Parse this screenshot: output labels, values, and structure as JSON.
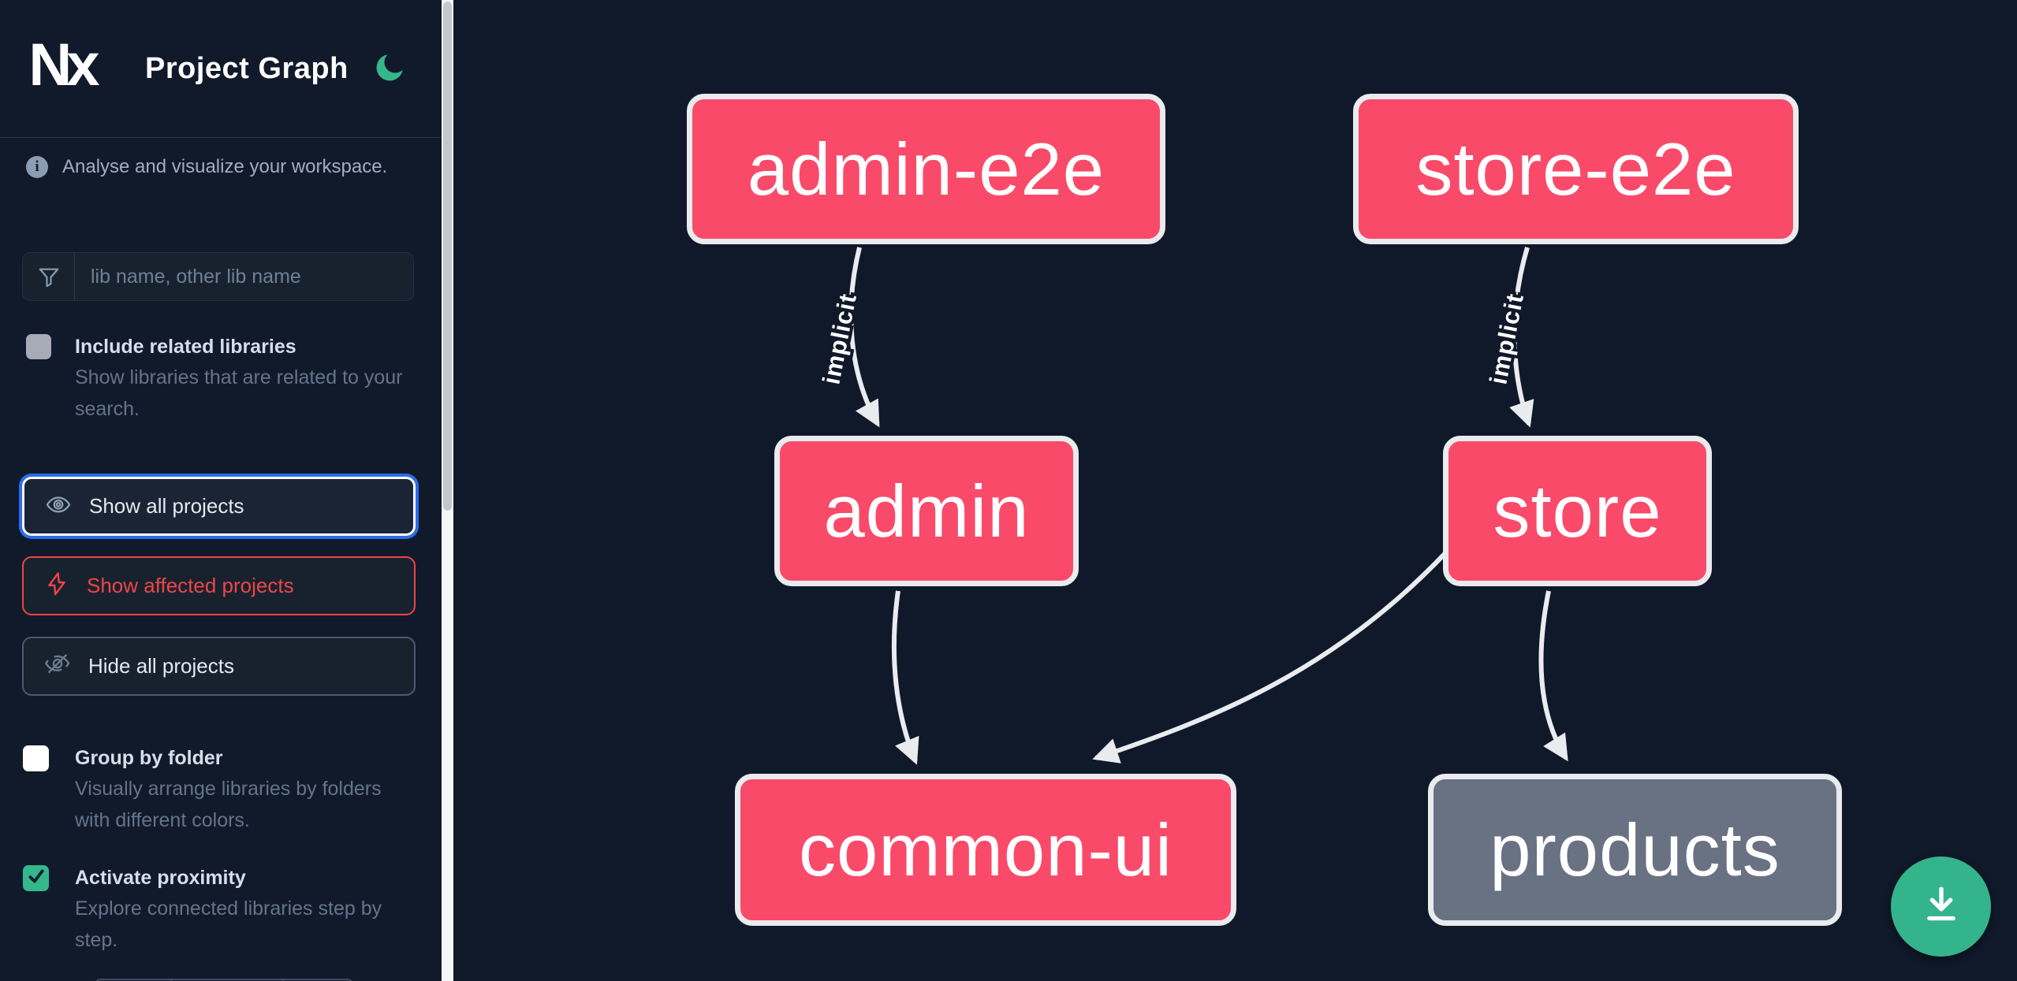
{
  "header": {
    "logo_text": "Nx",
    "title": "Project Graph",
    "theme_toggle_icon": "moon-icon"
  },
  "sidebar": {
    "tagline": "Analyse and visualize your workspace.",
    "search": {
      "placeholder": "lib name, other lib name",
      "value": "",
      "icon": "filter-funnel-icon"
    },
    "related_toggle": {
      "label": "Include related libraries",
      "description": "Show libraries that are related to your search.",
      "checked": false
    },
    "actions": [
      {
        "label": "Show all projects",
        "icon": "eye-icon",
        "state": "focused"
      },
      {
        "label": "Show affected projects",
        "icon": "lightning-bolt-icon",
        "state": "affected"
      },
      {
        "label": "Hide all projects",
        "icon": "eye-off-icon",
        "state": "default"
      }
    ],
    "options": [
      {
        "label": "Group by folder",
        "description": "Visually arrange libraries by folders with different colors.",
        "checked": false
      },
      {
        "label": "Activate proximity",
        "description": "Explore connected libraries step by step.",
        "checked": true
      }
    ]
  },
  "graph": {
    "nodes": [
      {
        "id": "admin-e2e",
        "status": "affected"
      },
      {
        "id": "store-e2e",
        "status": "affected"
      },
      {
        "id": "admin",
        "status": "affected"
      },
      {
        "id": "store",
        "status": "affected"
      },
      {
        "id": "common-ui",
        "status": "affected"
      },
      {
        "id": "products",
        "status": "unaffected"
      }
    ],
    "edges": [
      {
        "source": "admin-e2e",
        "target": "admin",
        "label": "implicit",
        "type": "implicit"
      },
      {
        "source": "store-e2e",
        "target": "store",
        "label": "implicit",
        "type": "implicit"
      },
      {
        "source": "admin",
        "target": "common-ui",
        "label": "",
        "type": "static"
      },
      {
        "source": "store",
        "target": "common-ui",
        "label": "",
        "type": "static"
      },
      {
        "source": "store",
        "target": "products",
        "label": "",
        "type": "static"
      }
    ],
    "download_button": {
      "icon": "download-icon"
    }
  },
  "colors": {
    "affected_node": "#fa4a6a",
    "unaffected_node": "#697283",
    "node_border": "#e9ebef",
    "edge": "#e9ebef",
    "accent_blue": "#2b6de8",
    "accent_red": "#ef4444",
    "accent_green": "#35b78c",
    "background": "#101929",
    "sidebar_background": "#111a2b"
  }
}
